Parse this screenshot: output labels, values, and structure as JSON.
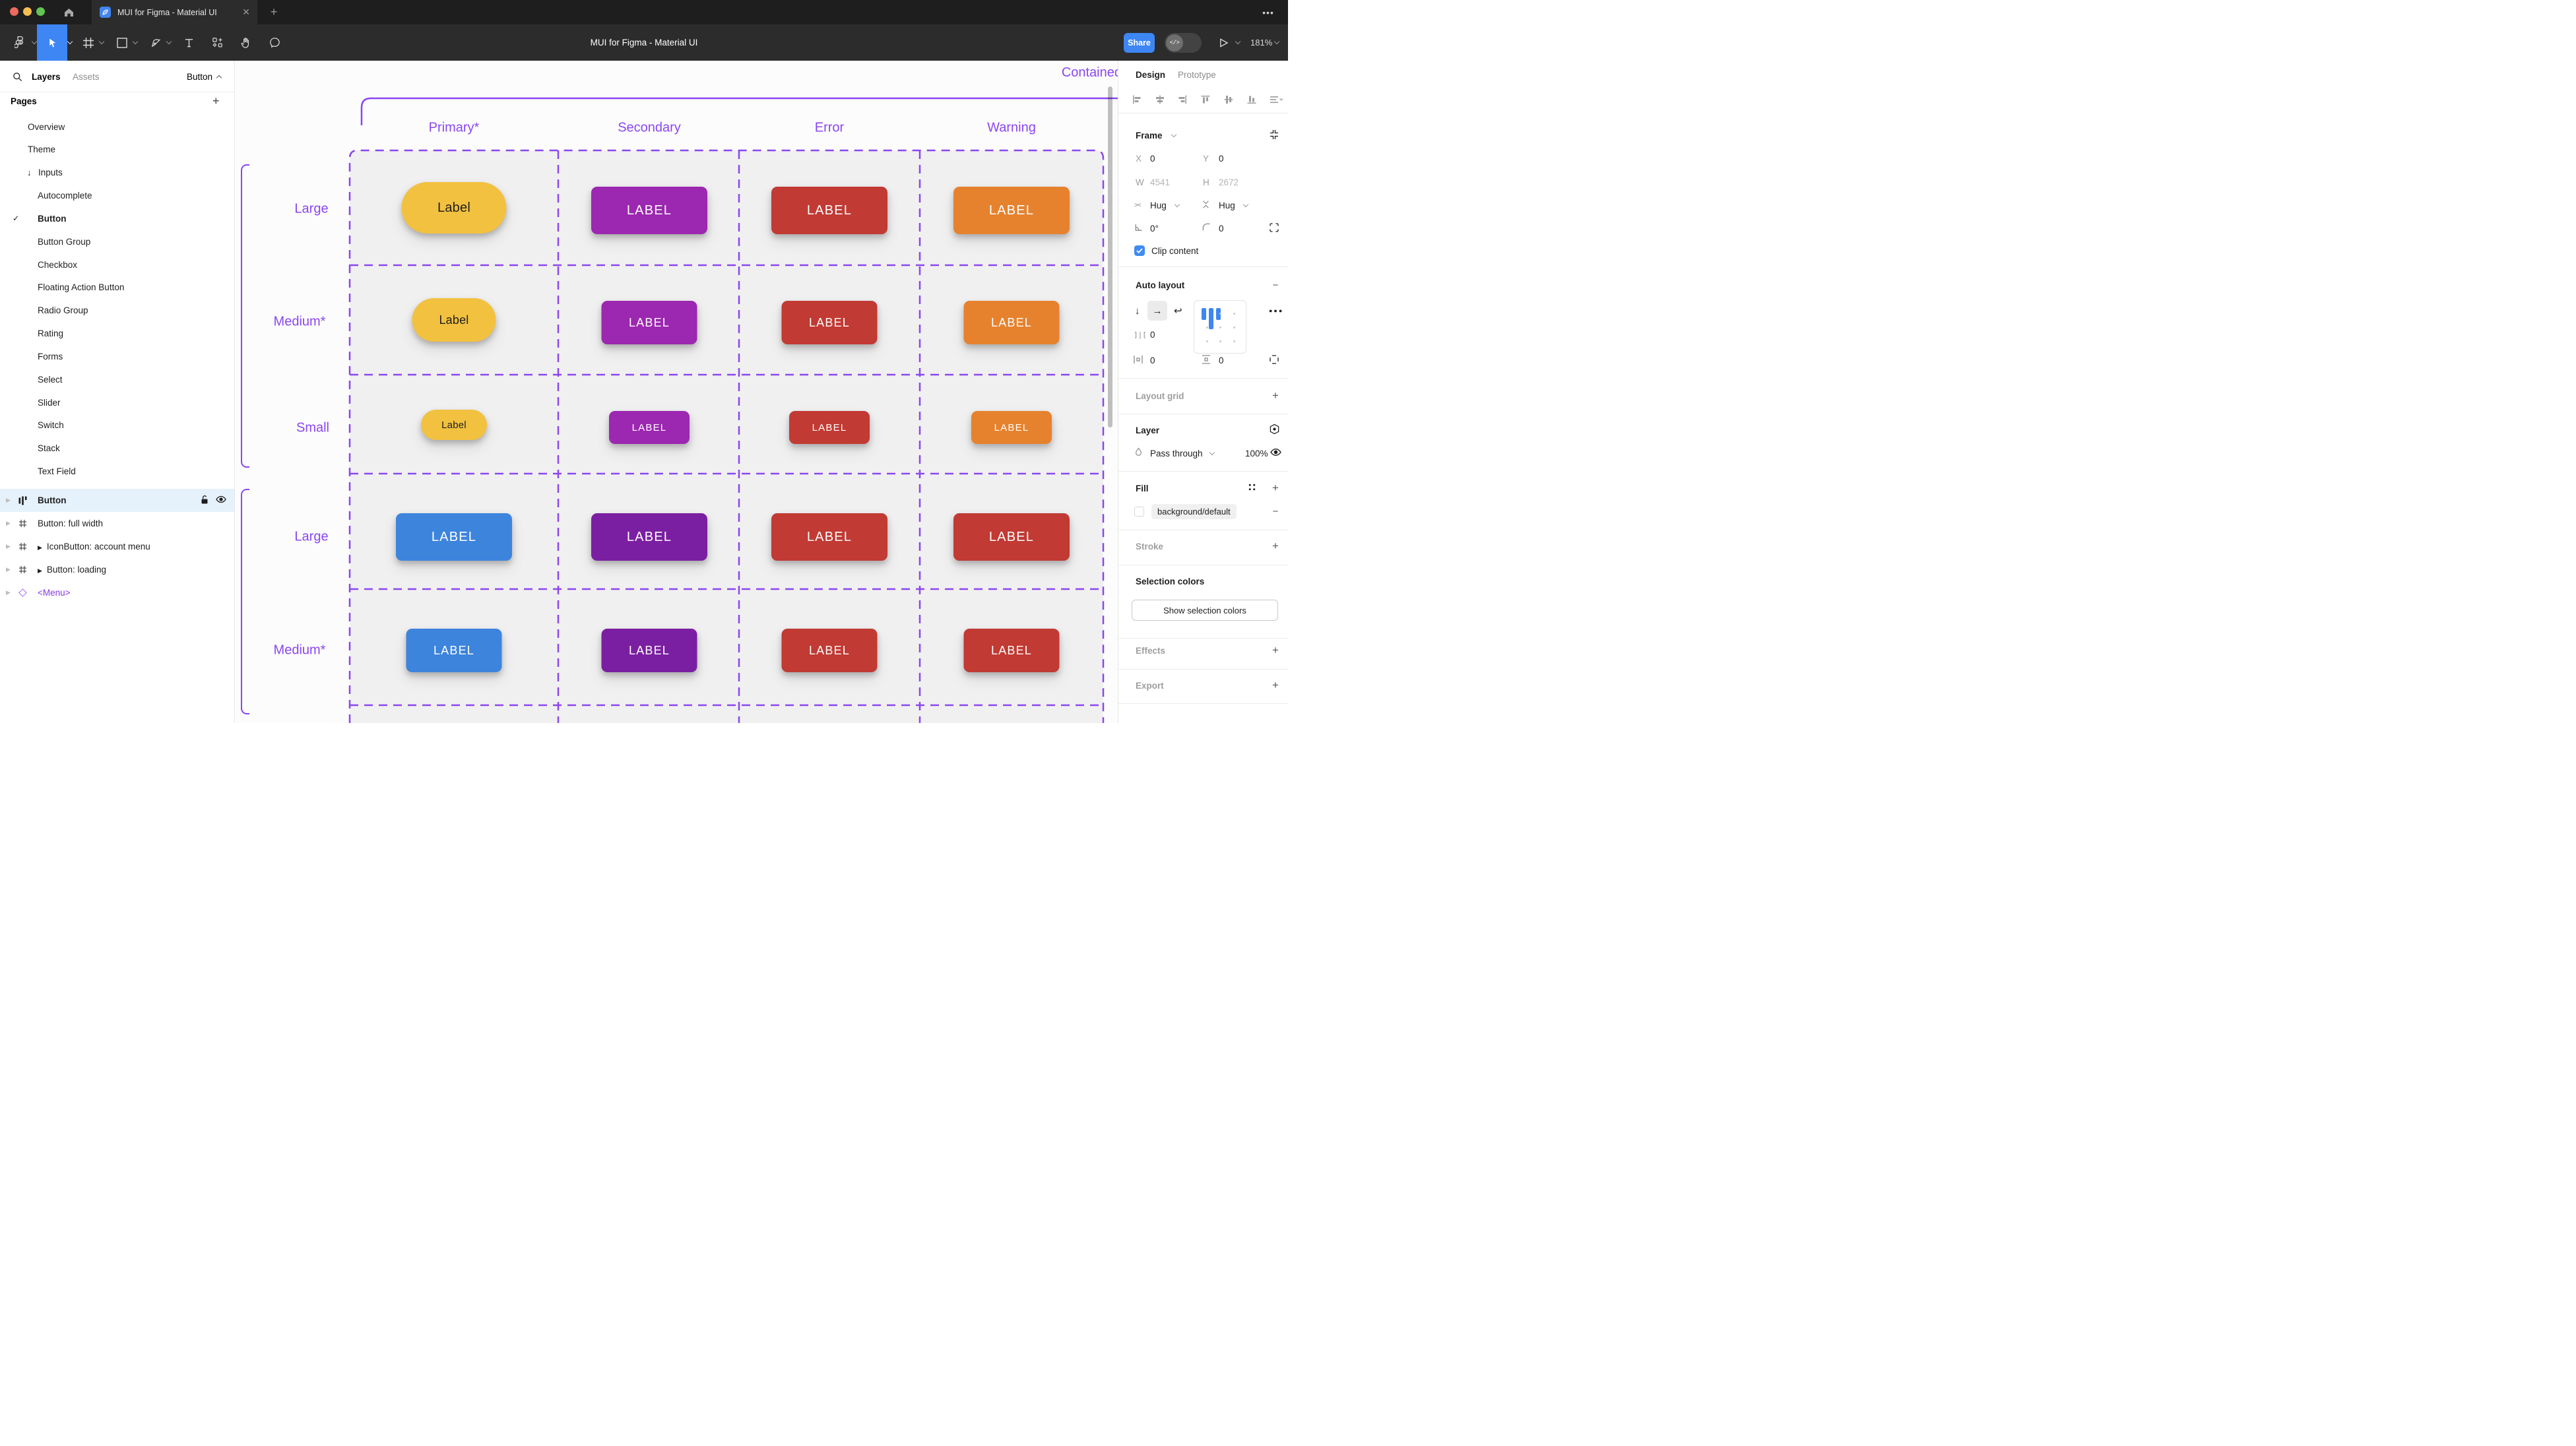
{
  "window": {
    "tab_title": "MUI for Figma - Material UI",
    "doc_title": "MUI for Figma - Material UI",
    "share_label": "Share",
    "zoom_level": "181%"
  },
  "left_sidebar": {
    "layers_tab": "Layers",
    "assets_tab": "Assets",
    "page_selector": "Button",
    "pages_header": "Pages",
    "pages": [
      {
        "label": "Overview"
      },
      {
        "label": "Theme"
      },
      {
        "label": "Inputs"
      },
      {
        "label": "Autocomplete"
      },
      {
        "label": "Button"
      },
      {
        "label": "Button Group"
      },
      {
        "label": "Checkbox"
      },
      {
        "label": "Floating Action Button"
      },
      {
        "label": "Radio Group"
      },
      {
        "label": "Rating"
      },
      {
        "label": "Forms"
      },
      {
        "label": "Select"
      },
      {
        "label": "Slider"
      },
      {
        "label": "Switch"
      },
      {
        "label": "Stack"
      },
      {
        "label": "Text Field"
      }
    ],
    "layers": [
      {
        "label": "Button"
      },
      {
        "label": "Button: full width"
      },
      {
        "label": "IconButton: account menu"
      },
      {
        "label": "Button: loading"
      },
      {
        "label": "<Menu>"
      }
    ]
  },
  "canvas": {
    "frame_label": "Contained",
    "columns": [
      "Primary*",
      "Secondary",
      "Error",
      "Warning"
    ],
    "rows": [
      {
        "label": "Large",
        "buttons": [
          {
            "text": "Label",
            "bg": "#F2C13F"
          },
          {
            "text": "LABEL",
            "bg": "#9C27B0"
          },
          {
            "text": "LABEL",
            "bg": "#C13A33"
          },
          {
            "text": "LABEL",
            "bg": "#E6822E"
          }
        ]
      },
      {
        "label": "Medium*",
        "buttons": [
          {
            "text": "Label",
            "bg": "#F2C13F"
          },
          {
            "text": "LABEL",
            "bg": "#9C27B0"
          },
          {
            "text": "LABEL",
            "bg": "#C13A33"
          },
          {
            "text": "LABEL",
            "bg": "#E6822E"
          }
        ]
      },
      {
        "label": "Small",
        "buttons": [
          {
            "text": "Label",
            "bg": "#F2C13F"
          },
          {
            "text": "LABEL",
            "bg": "#9C27B0"
          },
          {
            "text": "LABEL",
            "bg": "#C13A33"
          },
          {
            "text": "LABEL",
            "bg": "#E6822E"
          }
        ]
      },
      {
        "label": "Large",
        "buttons": [
          {
            "text": "LABEL",
            "bg": "#3D84DD"
          },
          {
            "text": "LABEL",
            "bg": "#7B1FA2"
          },
          {
            "text": "LABEL",
            "bg": "#C13A33"
          },
          {
            "text": "LABEL",
            "bg": "#C13A33"
          }
        ]
      },
      {
        "label": "Medium*",
        "buttons": [
          {
            "text": "LABEL",
            "bg": "#3D84DD"
          },
          {
            "text": "LABEL",
            "bg": "#7B1FA2"
          },
          {
            "text": "LABEL",
            "bg": "#C13A33"
          },
          {
            "text": "LABEL",
            "bg": "#C13A33"
          }
        ]
      }
    ]
  },
  "right_sidebar": {
    "design_tab": "Design",
    "prototype_tab": "Prototype",
    "frame": {
      "title": "Frame",
      "x_label": "X",
      "x_value": "0",
      "y_label": "Y",
      "y_value": "0",
      "w_label": "W",
      "w_value": "4541",
      "h_label": "H",
      "h_value": "2672",
      "hug_h": "Hug",
      "hug_v": "Hug",
      "rotation": "0°",
      "corner_radius": "0",
      "clip_content": "Clip content"
    },
    "auto_layout": {
      "title": "Auto layout",
      "gap": "0",
      "padding_h": "0",
      "padding_v": "0"
    },
    "layout_grid": {
      "title": "Layout grid"
    },
    "layer": {
      "title": "Layer",
      "blend_mode": "Pass through",
      "opacity": "100%"
    },
    "fill": {
      "title": "Fill",
      "token": "background/default"
    },
    "stroke": {
      "title": "Stroke"
    },
    "selection_colors": {
      "title": "Selection colors",
      "button": "Show selection colors"
    },
    "effects": {
      "title": "Effects"
    },
    "export": {
      "title": "Export"
    }
  },
  "colors": {
    "accent_blue": "#3D86F4",
    "canvas_purple": "#8B46F0",
    "selected_row_bg": "#E5F1FB"
  }
}
